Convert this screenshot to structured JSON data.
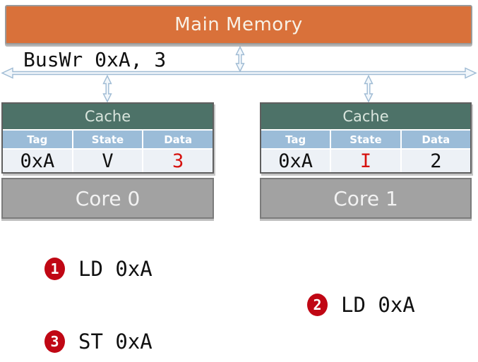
{
  "colors": {
    "memory_fill": "#d9713a",
    "cache_header_fill": "#4d7268",
    "table_header_fill": "#9bbcd8",
    "table_row_fill": "#edf1f6",
    "core_fill": "#a2a2a2",
    "badge_fill": "#c00714",
    "highlight_red": "#d6120f",
    "arrow_blue": "#9fbbd4"
  },
  "memory": {
    "label": "Main Memory"
  },
  "bus": {
    "label": "BusWr 0xA, 3"
  },
  "caches": [
    {
      "title": "Cache",
      "columns": [
        "Tag",
        "State",
        "Data"
      ],
      "row": {
        "tag": "0xA",
        "state": "V",
        "data": "3"
      },
      "core_label": "Core 0"
    },
    {
      "title": "Cache",
      "columns": [
        "Tag",
        "State",
        "Data"
      ],
      "row": {
        "tag": "0xA",
        "state": "I",
        "data": "2"
      },
      "core_label": "Core 1"
    }
  ],
  "events": [
    {
      "num": "1",
      "label": "LD 0xA"
    },
    {
      "num": "2",
      "label": "LD 0xA"
    },
    {
      "num": "3",
      "label": "ST 0xA"
    }
  ]
}
